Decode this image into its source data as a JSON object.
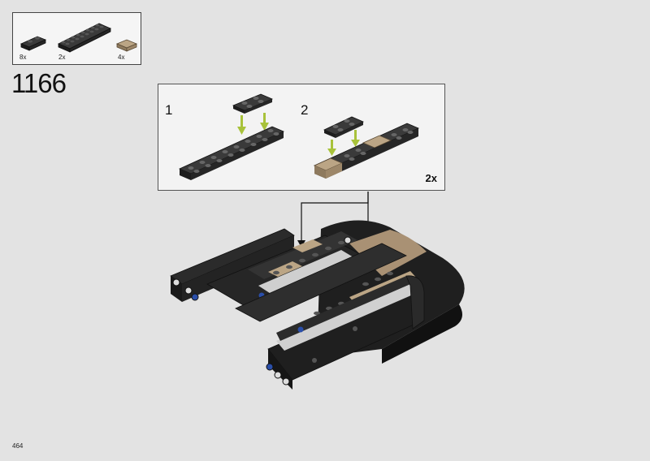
{
  "parts_list": [
    {
      "qty": "8x",
      "icon": "plate-1x2-black"
    },
    {
      "qty": "2x",
      "icon": "plate-2x8-black"
    },
    {
      "qty": "4x",
      "icon": "tile-1x2-tan"
    }
  ],
  "step": {
    "number": "1166"
  },
  "callout": {
    "substeps": [
      {
        "label": "1"
      },
      {
        "label": "2"
      }
    ],
    "multiplier": "2x"
  },
  "page": {
    "number": "464"
  },
  "colors": {
    "background": "#e3e3e3",
    "plate": "#2a2a2a",
    "tan": "#a99174",
    "arrow": "#a8c23a"
  }
}
